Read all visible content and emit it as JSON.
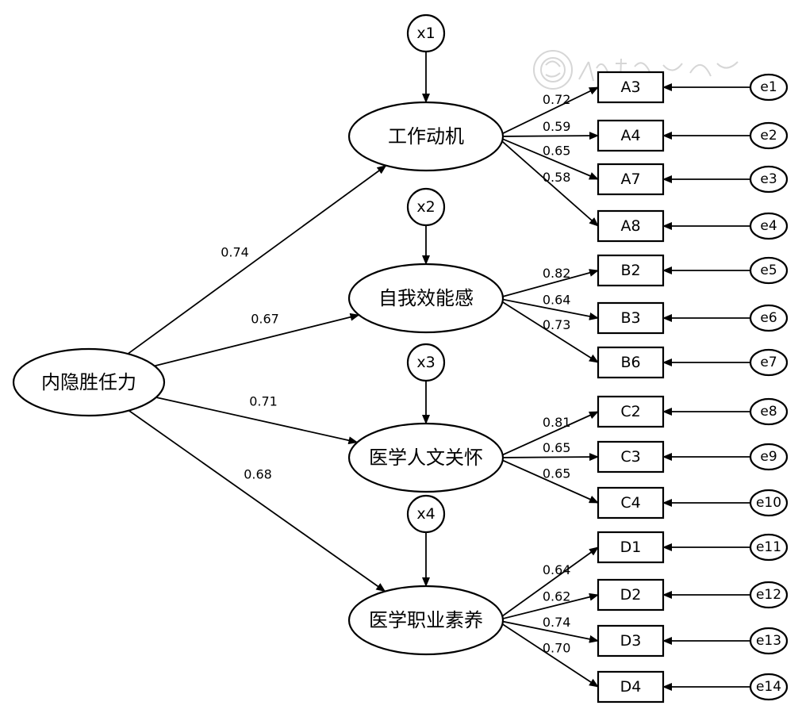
{
  "diagram": {
    "root": {
      "id": "root",
      "label": "内隐胜任力"
    },
    "factors": [
      {
        "id": "f1",
        "label": "工作动机",
        "disturbance": "x1",
        "path_coef": "0.74",
        "indicators": [
          {
            "label": "A3",
            "loading": "0.72",
            "error": "e1"
          },
          {
            "label": "A4",
            "loading": "0.59",
            "error": "e2"
          },
          {
            "label": "A7",
            "loading": "0.65",
            "error": "e3"
          },
          {
            "label": "A8",
            "loading": "0.58",
            "error": "e4"
          }
        ]
      },
      {
        "id": "f2",
        "label": "自我效能感",
        "disturbance": "x2",
        "path_coef": "0.67",
        "indicators": [
          {
            "label": "B2",
            "loading": "0.82",
            "error": "e5"
          },
          {
            "label": "B3",
            "loading": "0.64",
            "error": "e6"
          },
          {
            "label": "B6",
            "loading": "0.73",
            "error": "e7"
          }
        ]
      },
      {
        "id": "f3",
        "label": "医学人文关怀",
        "disturbance": "x3",
        "path_coef": "0.71",
        "indicators": [
          {
            "label": "C2",
            "loading": "0.81",
            "error": "e8"
          },
          {
            "label": "C3",
            "loading": "0.65",
            "error": "e9"
          },
          {
            "label": "C4",
            "loading": "0.65",
            "error": "e10"
          }
        ]
      },
      {
        "id": "f4",
        "label": "医学职业素养",
        "disturbance": "x4",
        "path_coef": "0.68",
        "indicators": [
          {
            "label": "D1",
            "loading": "0.64",
            "error": "e11"
          },
          {
            "label": "D2",
            "loading": "0.62",
            "error": "e12"
          },
          {
            "label": "D3",
            "loading": "0.74",
            "error": "e13"
          },
          {
            "label": "D4",
            "loading": "0.70",
            "error": "e14"
          }
        ]
      }
    ]
  },
  "watermark": {
    "text": "中华普普会"
  }
}
